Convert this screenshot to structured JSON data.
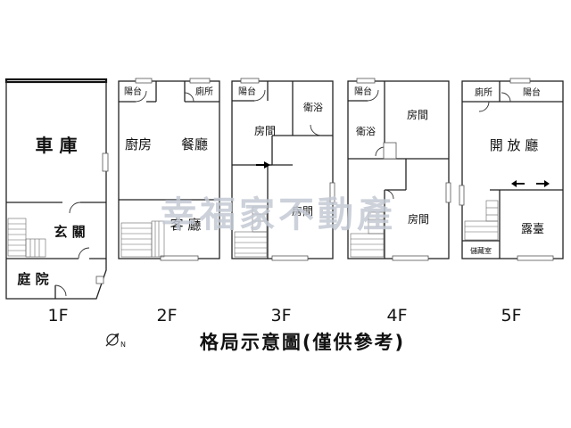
{
  "floors": {
    "f1": {
      "label": "1F",
      "rooms": {
        "garage": "車 庫",
        "entry": "玄 關",
        "courtyard": "庭 院"
      }
    },
    "f2": {
      "label": "2F",
      "rooms": {
        "balcony": "陽台",
        "toilet": "廁所",
        "kitchen": "廚房",
        "dining": "餐廳",
        "living": "客 廳"
      }
    },
    "f3": {
      "label": "3F",
      "rooms": {
        "balcony": "陽台",
        "bathroom": "衛浴",
        "bedroom_a": "房間",
        "bedroom_b": "房間"
      }
    },
    "f4": {
      "label": "4F",
      "rooms": {
        "balcony": "陽台",
        "bathroom": "衛浴",
        "bedroom_a": "房間",
        "bedroom_b": "房間"
      }
    },
    "f5": {
      "label": "5F",
      "rooms": {
        "toilet": "廁所",
        "balcony": "陽台",
        "open_hall": "開 放 廳",
        "terrace": "露臺",
        "storage": "儲藏室"
      }
    }
  },
  "watermark": "幸福家不動產",
  "caption": "格局示意圖(僅供參考)",
  "icons": {
    "compass": "compass-icon"
  }
}
